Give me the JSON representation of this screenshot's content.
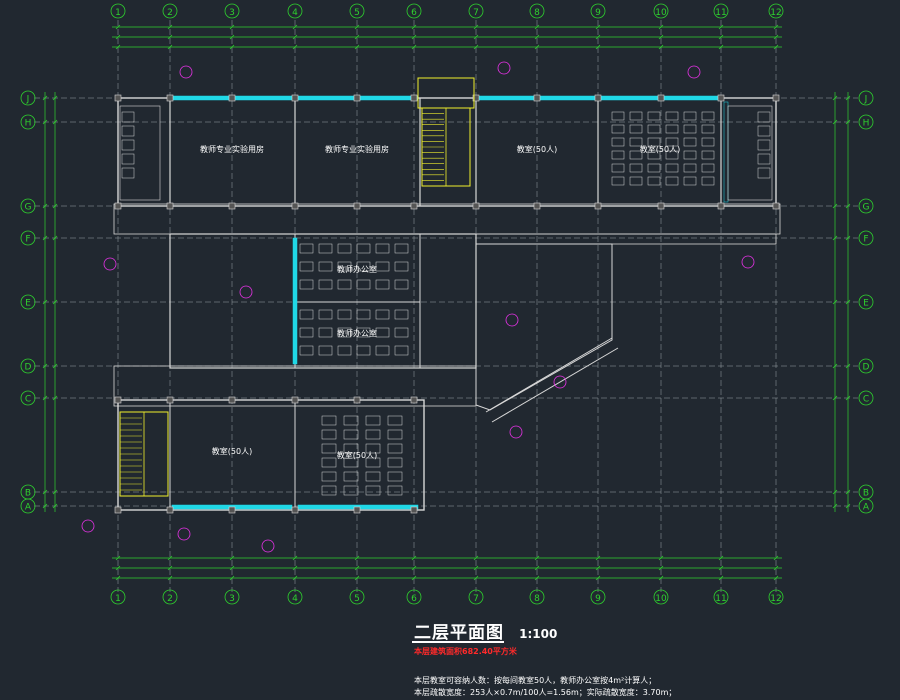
{
  "colors": {
    "background": "#212830",
    "wall": "#d8d8d8",
    "dimension": "#2ed12e",
    "grid_axis": "#9aa3a8",
    "window": "#20d8e6",
    "room_text": "#ffffff",
    "tag": "#e832e8",
    "stair": "#f1ef2c",
    "red_note": "#ff2a2a"
  },
  "axes": {
    "columns": [
      "1",
      "2",
      "3",
      "4",
      "5",
      "6",
      "7",
      "8",
      "9",
      "10",
      "11",
      "12"
    ],
    "rows": [
      "J",
      "H",
      "G",
      "F",
      "E",
      "D",
      "C",
      "B",
      "A"
    ]
  },
  "rooms": [
    {
      "id": "room-lab-1",
      "label": "教师专业实验用房"
    },
    {
      "id": "room-lab-2",
      "label": "教师专业实验用房"
    },
    {
      "id": "room-classroom-ne",
      "label": "教室(50人)"
    },
    {
      "id": "room-classroom-ne2",
      "label": "教室(50人)"
    },
    {
      "id": "room-office-1",
      "label": "教师办公室"
    },
    {
      "id": "room-office-2",
      "label": "教师办公室"
    },
    {
      "id": "room-classroom-sw",
      "label": "教室(50人)"
    },
    {
      "id": "room-classroom-s",
      "label": "教室(50人)"
    }
  ],
  "title": {
    "main": "二层平面图",
    "scale": "1:100"
  },
  "notes": {
    "red": [
      "本层建筑面积682.40平方米",
      "",
      ""
    ],
    "white": [
      "本层教室可容纳人数：按每间教室50人，教师办公室按4m²计算人；",
      "本层疏散宽度：253人×0.7m/100人=1.56m；实际疏散宽度：3.70m；"
    ]
  }
}
